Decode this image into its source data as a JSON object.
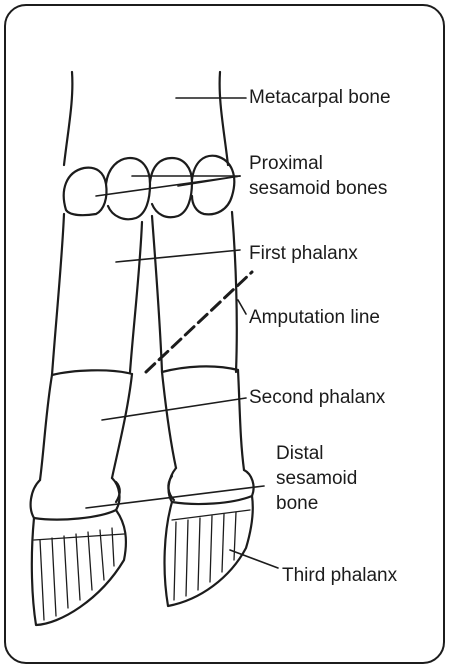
{
  "labels": {
    "metacarpal": "Metacarpal bone",
    "proximal_1": "Proximal",
    "proximal_2": "sesamoid bones",
    "first_phalanx": "First phalanx",
    "amputation": "Amputation line",
    "second_phalanx": "Second phalanx",
    "distal_1": "Distal",
    "distal_2": "sesamoid",
    "distal_3": "bone",
    "third_phalanx": "Third phalanx"
  },
  "colors": {
    "ink": "#1c1c1c",
    "background": "#ffffff"
  }
}
